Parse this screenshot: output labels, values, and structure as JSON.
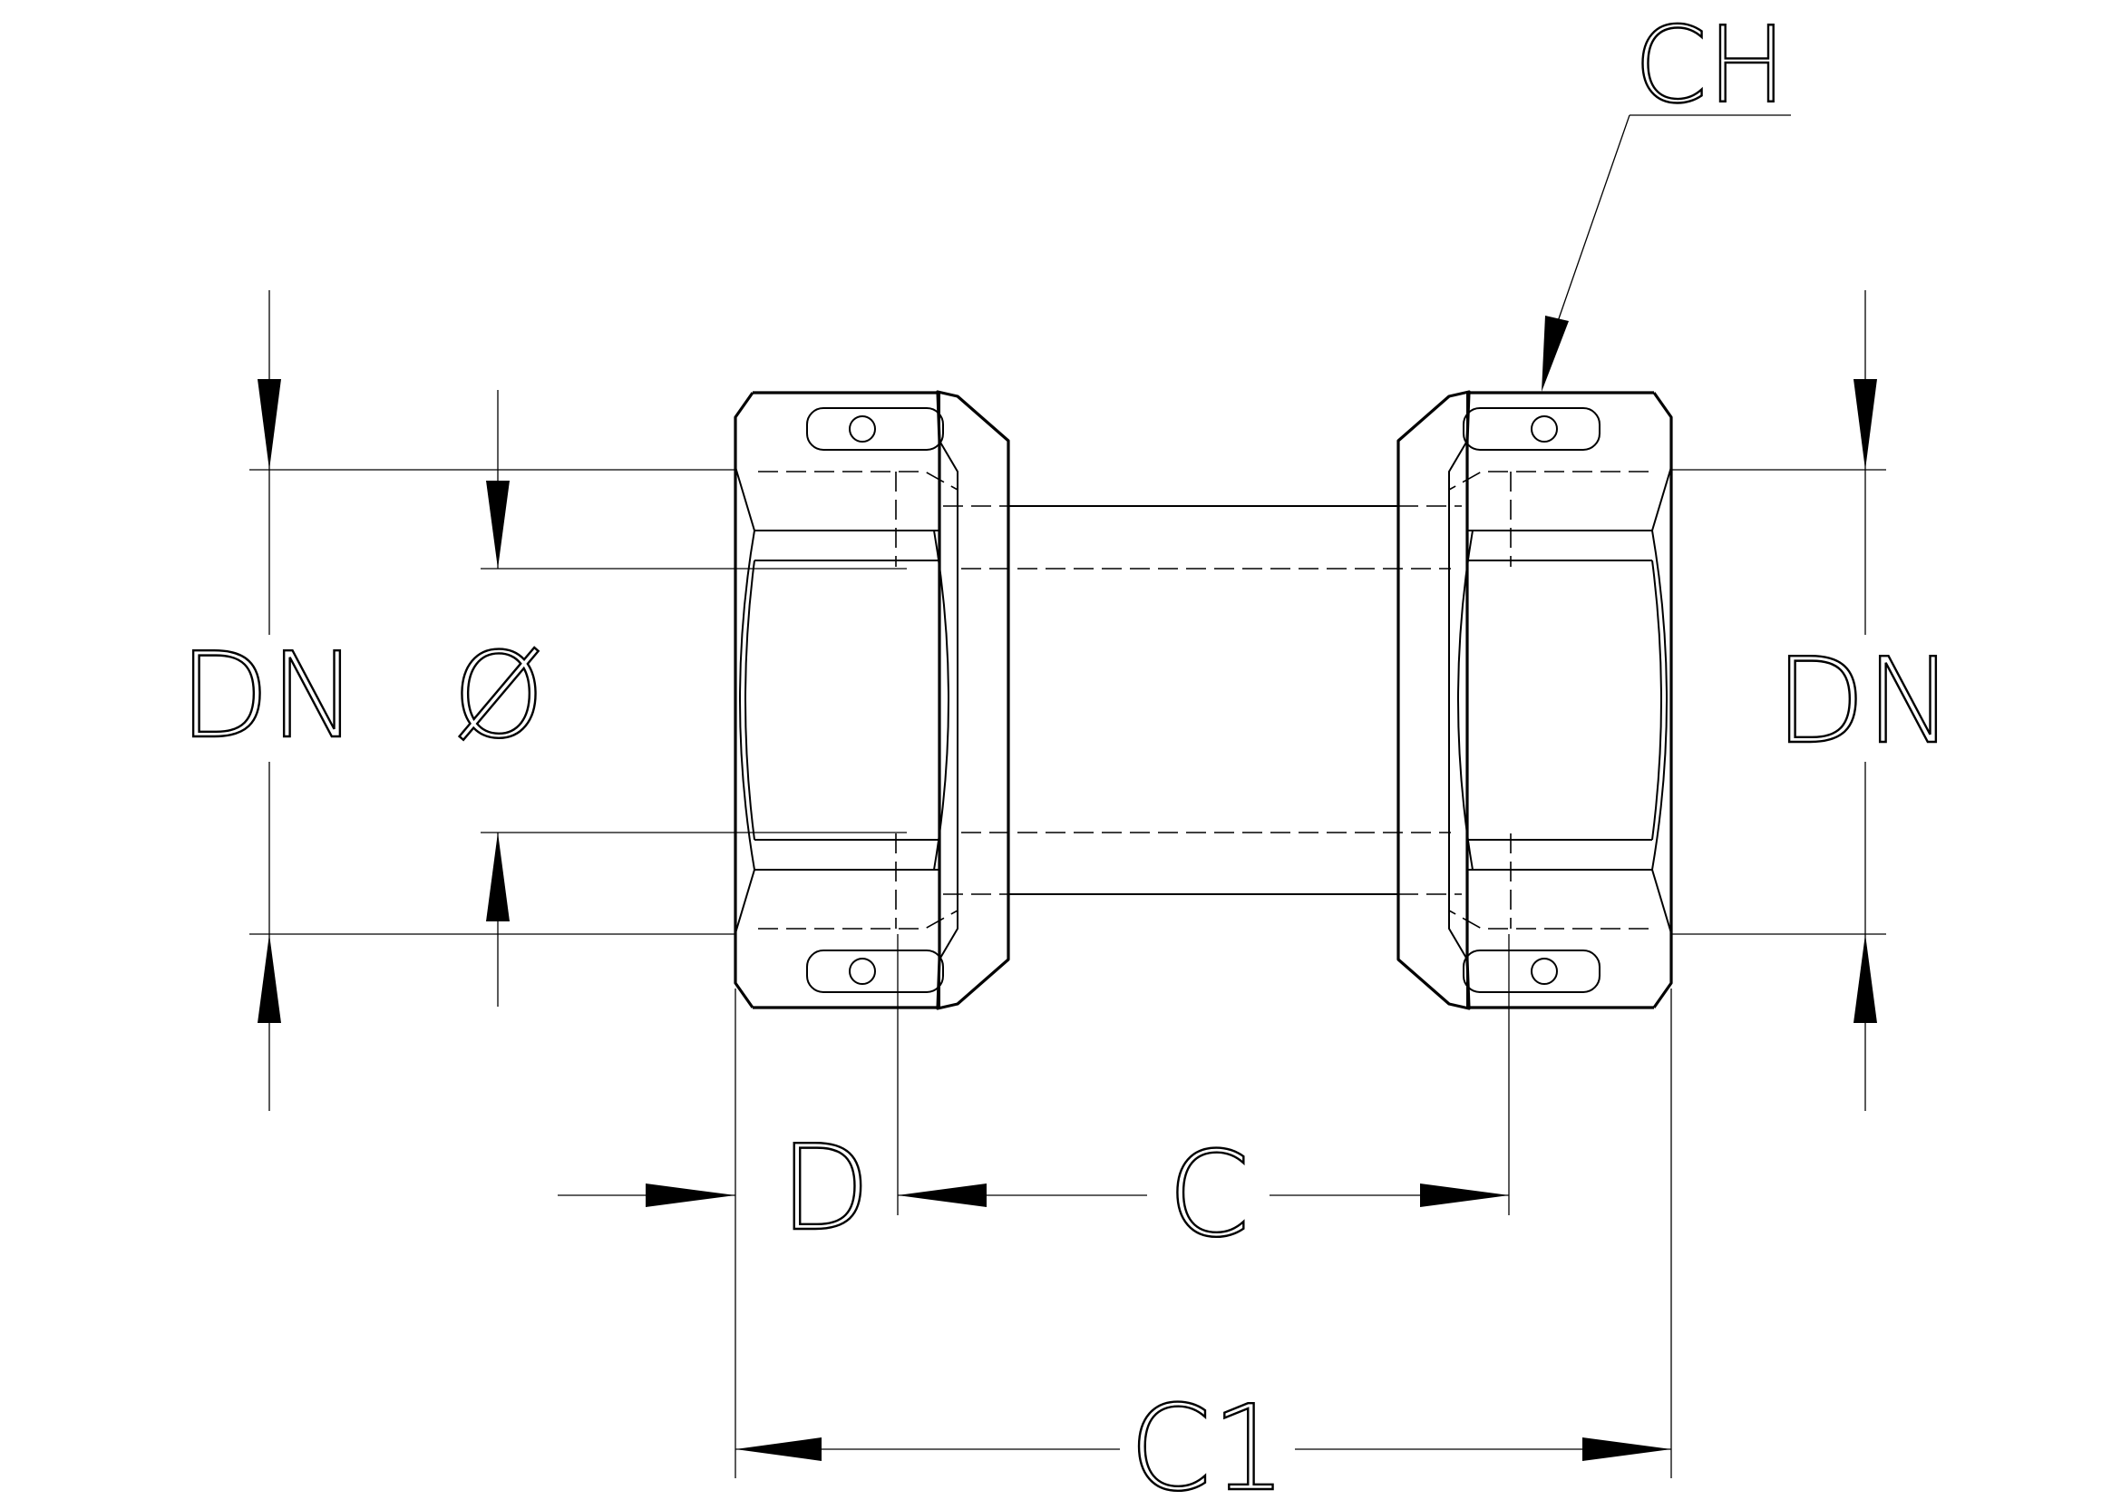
{
  "labels": {
    "nut_width": "CH",
    "nominal_diameter_left": "DN",
    "bore_diameter": "Ø",
    "nominal_diameter_right": "DN",
    "socket_depth": "D",
    "center_length": "C",
    "overall_length": "C1"
  }
}
